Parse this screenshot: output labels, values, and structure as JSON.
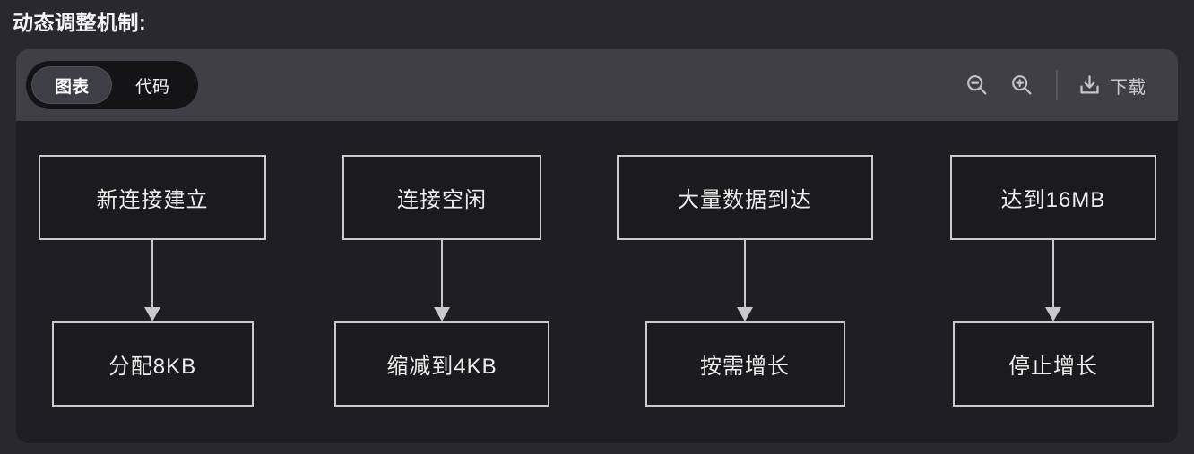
{
  "page": {
    "title": "动态调整机制:"
  },
  "toolbar": {
    "tabs": [
      {
        "label": "图表",
        "active": true
      },
      {
        "label": "代码",
        "active": false
      }
    ],
    "zoom_out_icon": "magnifier-minus",
    "zoom_in_icon": "magnifier-plus",
    "download_icon": "arrow-down-to-tray",
    "download_label": "下载"
  },
  "diagram": {
    "type": "flowchart",
    "direction": "top-down",
    "columns": [
      {
        "from": "新连接建立",
        "to": "分配8KB"
      },
      {
        "from": "连接空闲",
        "to": "缩减到4KB"
      },
      {
        "from": "大量数据到达",
        "to": "按需增长"
      },
      {
        "from": "达到16MB",
        "to": "停止增长"
      }
    ]
  },
  "colors": {
    "page_background": "#28282d",
    "toolbar_background": "#3f3f45",
    "tab_container": "#141417",
    "active_tab": "#3e3e45",
    "canvas_background": "#1f1f23",
    "node_fill": "#1b1b1e",
    "node_border": "#cbcbcd",
    "node_text": "#ececec",
    "arrow": "#c9c9cb",
    "icon": "#c2c2c7"
  }
}
